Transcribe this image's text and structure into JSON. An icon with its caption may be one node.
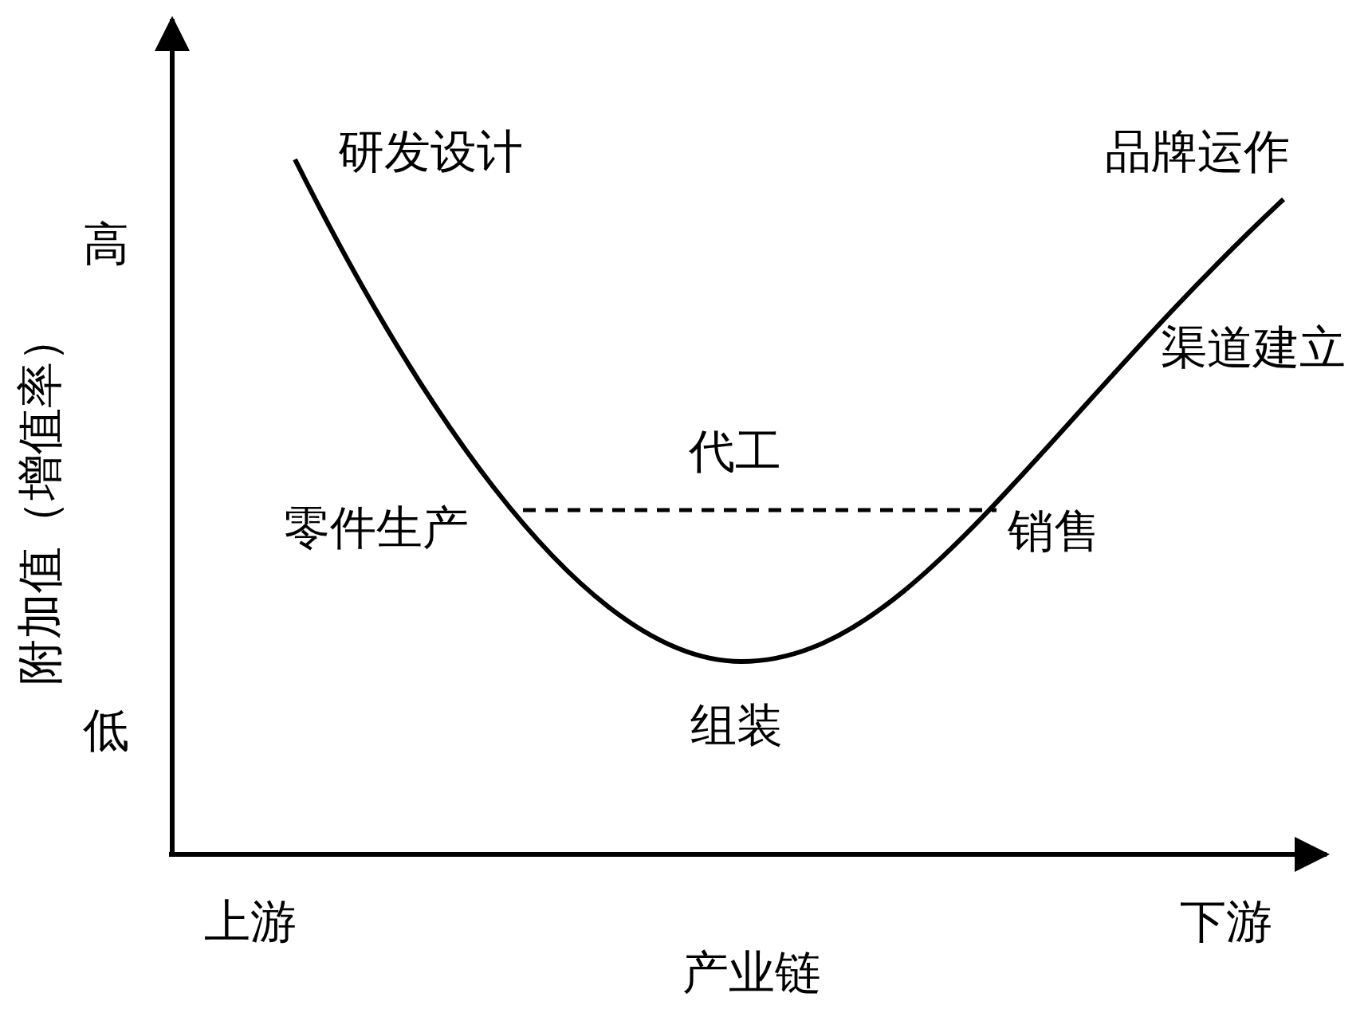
{
  "diagram": {
    "labels": [
      "研发设计",
      "品牌运作",
      "高",
      "渠道建立",
      "附加值（增值率）",
      "代工",
      "零件生产",
      "销售",
      "低",
      "组装",
      "上游",
      "下游",
      "产业链"
    ]
  }
}
